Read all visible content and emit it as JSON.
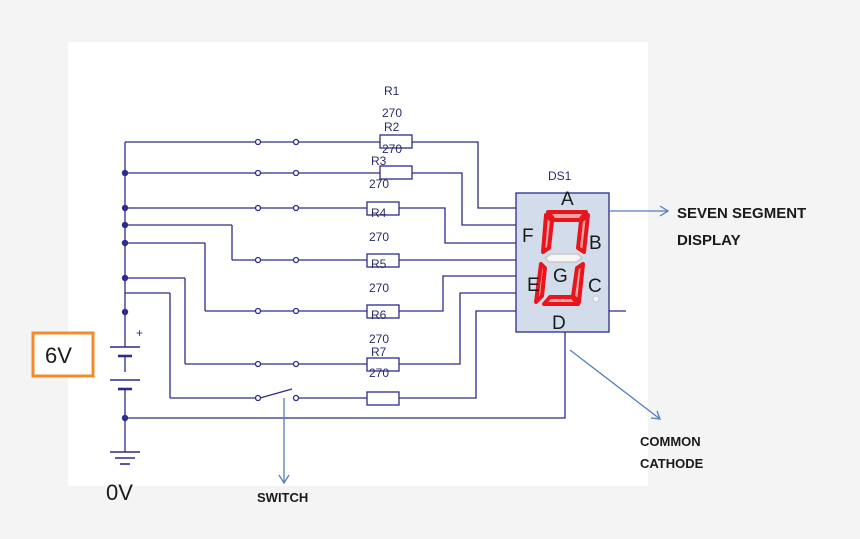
{
  "source": {
    "label": "6V",
    "ground_label": "0V"
  },
  "resistors": [
    {
      "ref": "R1",
      "value": "270"
    },
    {
      "ref": "R2",
      "value": "270"
    },
    {
      "ref": "R3",
      "value": "270"
    },
    {
      "ref": "R4",
      "value": "270"
    },
    {
      "ref": "R5",
      "value": "270"
    },
    {
      "ref": "R6",
      "value": "270"
    },
    {
      "ref": "R7",
      "value": "270"
    }
  ],
  "display": {
    "ref": "DS1",
    "segments": {
      "a": "A",
      "b": "B",
      "c": "C",
      "d": "D",
      "e": "E",
      "f": "F",
      "g": "G"
    },
    "lit_color": "#e8161c"
  },
  "annotations": {
    "seven_segment": [
      "SEVEN SEGMENT",
      "DISPLAY"
    ],
    "common_cathode": [
      "COMMON",
      "CATHODE"
    ],
    "switch": "SWITCH"
  },
  "colors": {
    "wire": "#2c2c8a",
    "arrow": "#4f7fbf",
    "source_box": "#f28c28"
  }
}
